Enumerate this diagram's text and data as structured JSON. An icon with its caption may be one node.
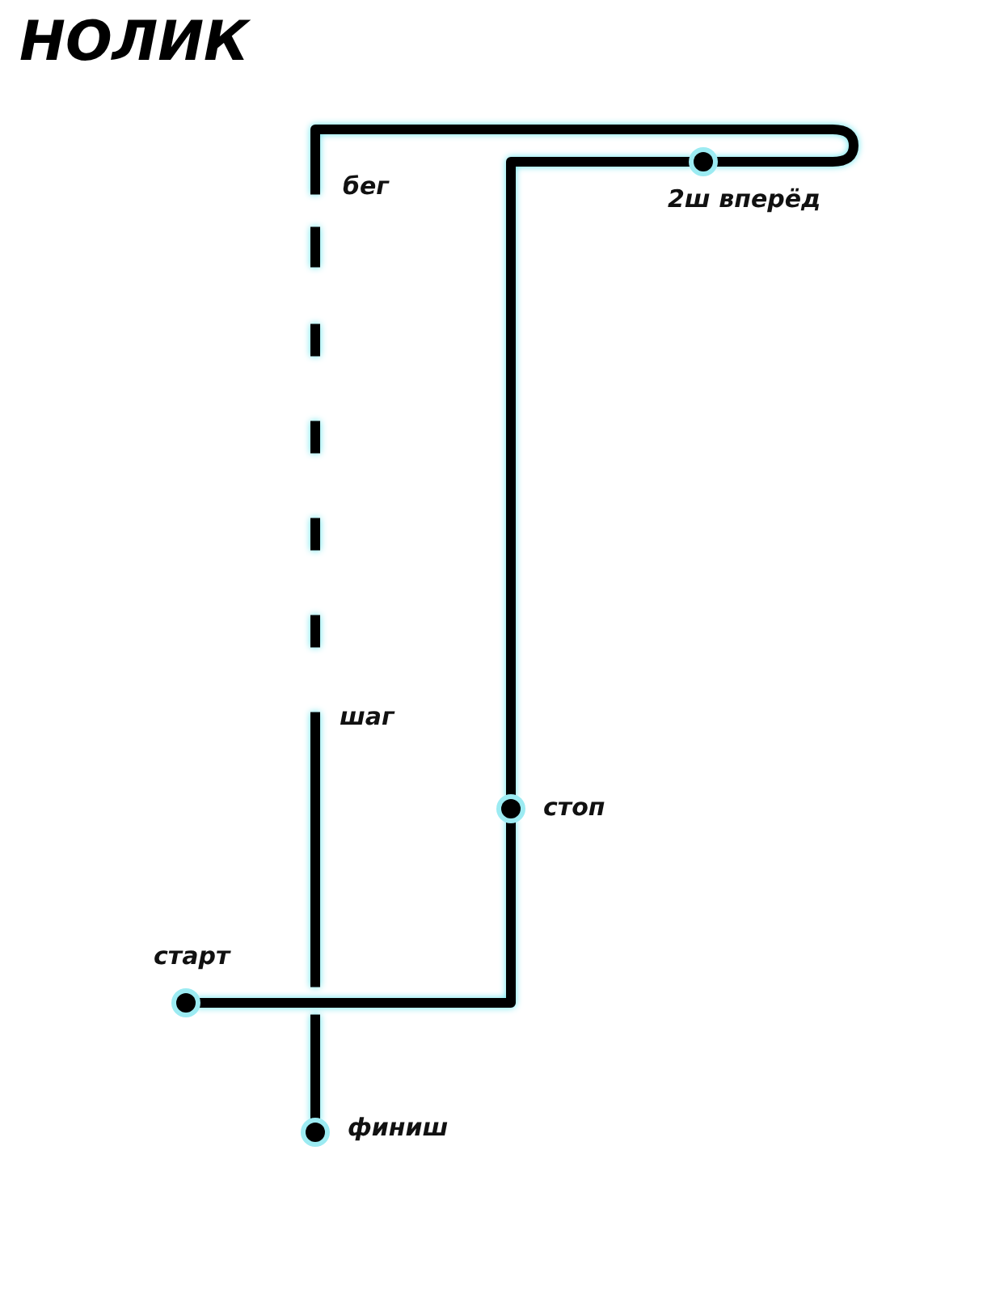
{
  "diagram": {
    "title": "НОЛИК",
    "nodes": [
      {
        "text": [],
        "shape": "circle",
        "beside": [
          "старт"
        ]
      },
      {
        "text": [],
        "shape": "circle",
        "beside": [
          "стоп"
        ]
      },
      {
        "text": [],
        "shape": "circle",
        "beside": [
          "2ш вперёд"
        ]
      },
      {
        "text": [],
        "shape": "circle",
        "beside": [
          "финиш"
        ]
      }
    ],
    "edges": [
      {
        "from": 0,
        "to": 1,
        "arrow": "none"
      },
      {
        "from": 1,
        "to": 2,
        "arrow": "none"
      },
      {
        "from": 2,
        "to": 3,
        "arrow": "none",
        "style": "dashed"
      }
    ],
    "labels": [
      "бег",
      "шаг"
    ]
  }
}
